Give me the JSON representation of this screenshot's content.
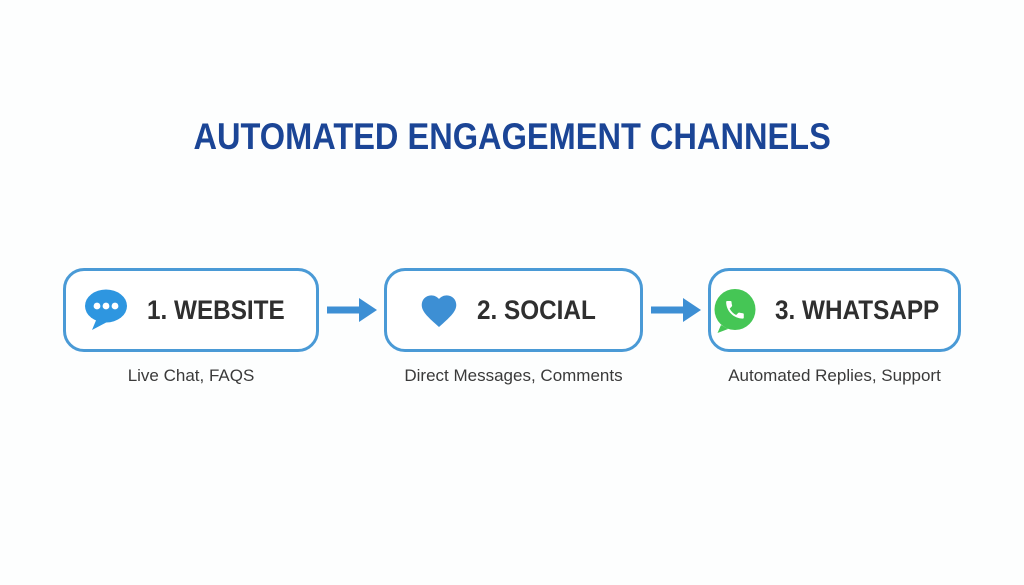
{
  "title": "AUTOMATED ENGAGEMENT CHANNELS",
  "colors": {
    "title": "#1b4596",
    "box_border": "#4a9ad6",
    "arrow": "#3d8fd4",
    "chat_icon": "#2e96e0",
    "heart_icon": "#3d8fd4",
    "whatsapp_green": "#45c655",
    "label_text": "#2f2f2f",
    "subtitle_text": "#3a3a3a",
    "background": "#fdfefe"
  },
  "channels": [
    {
      "label": "1. WEBSITE",
      "subtitle": "Live Chat, FAQS",
      "icon": "chat-bubble-icon"
    },
    {
      "label": "2. SOCIAL",
      "subtitle": "Direct Messages, Comments",
      "icon": "heart-icon"
    },
    {
      "label": "3. WHATSAPP",
      "subtitle": "Automated Replies, Support",
      "icon": "whatsapp-icon"
    }
  ]
}
